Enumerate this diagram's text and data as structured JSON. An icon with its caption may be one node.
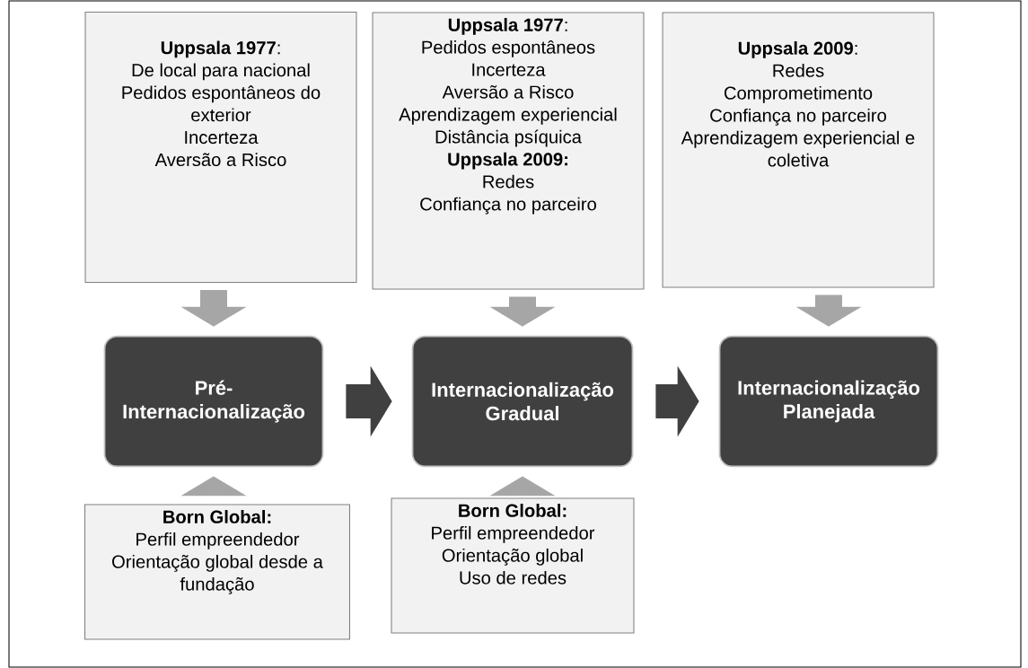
{
  "diagram": {
    "nodes": [
      {
        "text": [
          "**Uppsala 1977**:",
          "De local para nacional",
          "Pedidos espontâneos do exterior",
          "Incerteza",
          "Aversão a Risco"
        ]
      },
      {
        "text": [
          "**Uppsala 1977**:",
          "Pedidos espontâneos",
          "Incerteza",
          "Aversão a Risco",
          "Aprendizagem experiencial",
          "Distância psíquica",
          "**Uppsala 2009:**",
          "Redes",
          "Confiança no parceiro"
        ]
      },
      {
        "text": [
          "**Uppsala 2009**:",
          "Redes",
          "Comprometimento",
          "Confiança no parceiro",
          "Aprendizagem experiencial e coletiva"
        ]
      },
      {
        "text": [
          "Pré-Internacionalização"
        ]
      },
      {
        "text": [
          "Internacionalização Gradual"
        ]
      },
      {
        "text": [
          "Internacionalização Planejada"
        ]
      },
      {
        "text": [
          "**Born Global:**",
          "Perfil empreendedor",
          "Orientação global desde a fundação"
        ]
      },
      {
        "text": [
          "**Born Global:**",
          "Perfil empreendedor",
          "Orientação global",
          "Uso de redes"
        ]
      }
    ],
    "edges": [
      {
        "from": 0,
        "to": 3,
        "arrow": "to"
      },
      {
        "from": 1,
        "to": 4,
        "arrow": "to"
      },
      {
        "from": 2,
        "to": 5,
        "arrow": "to"
      },
      {
        "from": 6,
        "to": 3,
        "arrow": "to"
      },
      {
        "from": 7,
        "to": 4,
        "arrow": "to"
      },
      {
        "from": 3,
        "to": 4,
        "arrow": "to",
        "color": "#404040"
      },
      {
        "from": 4,
        "to": 5,
        "arrow": "to",
        "color": "#404040"
      }
    ]
  }
}
